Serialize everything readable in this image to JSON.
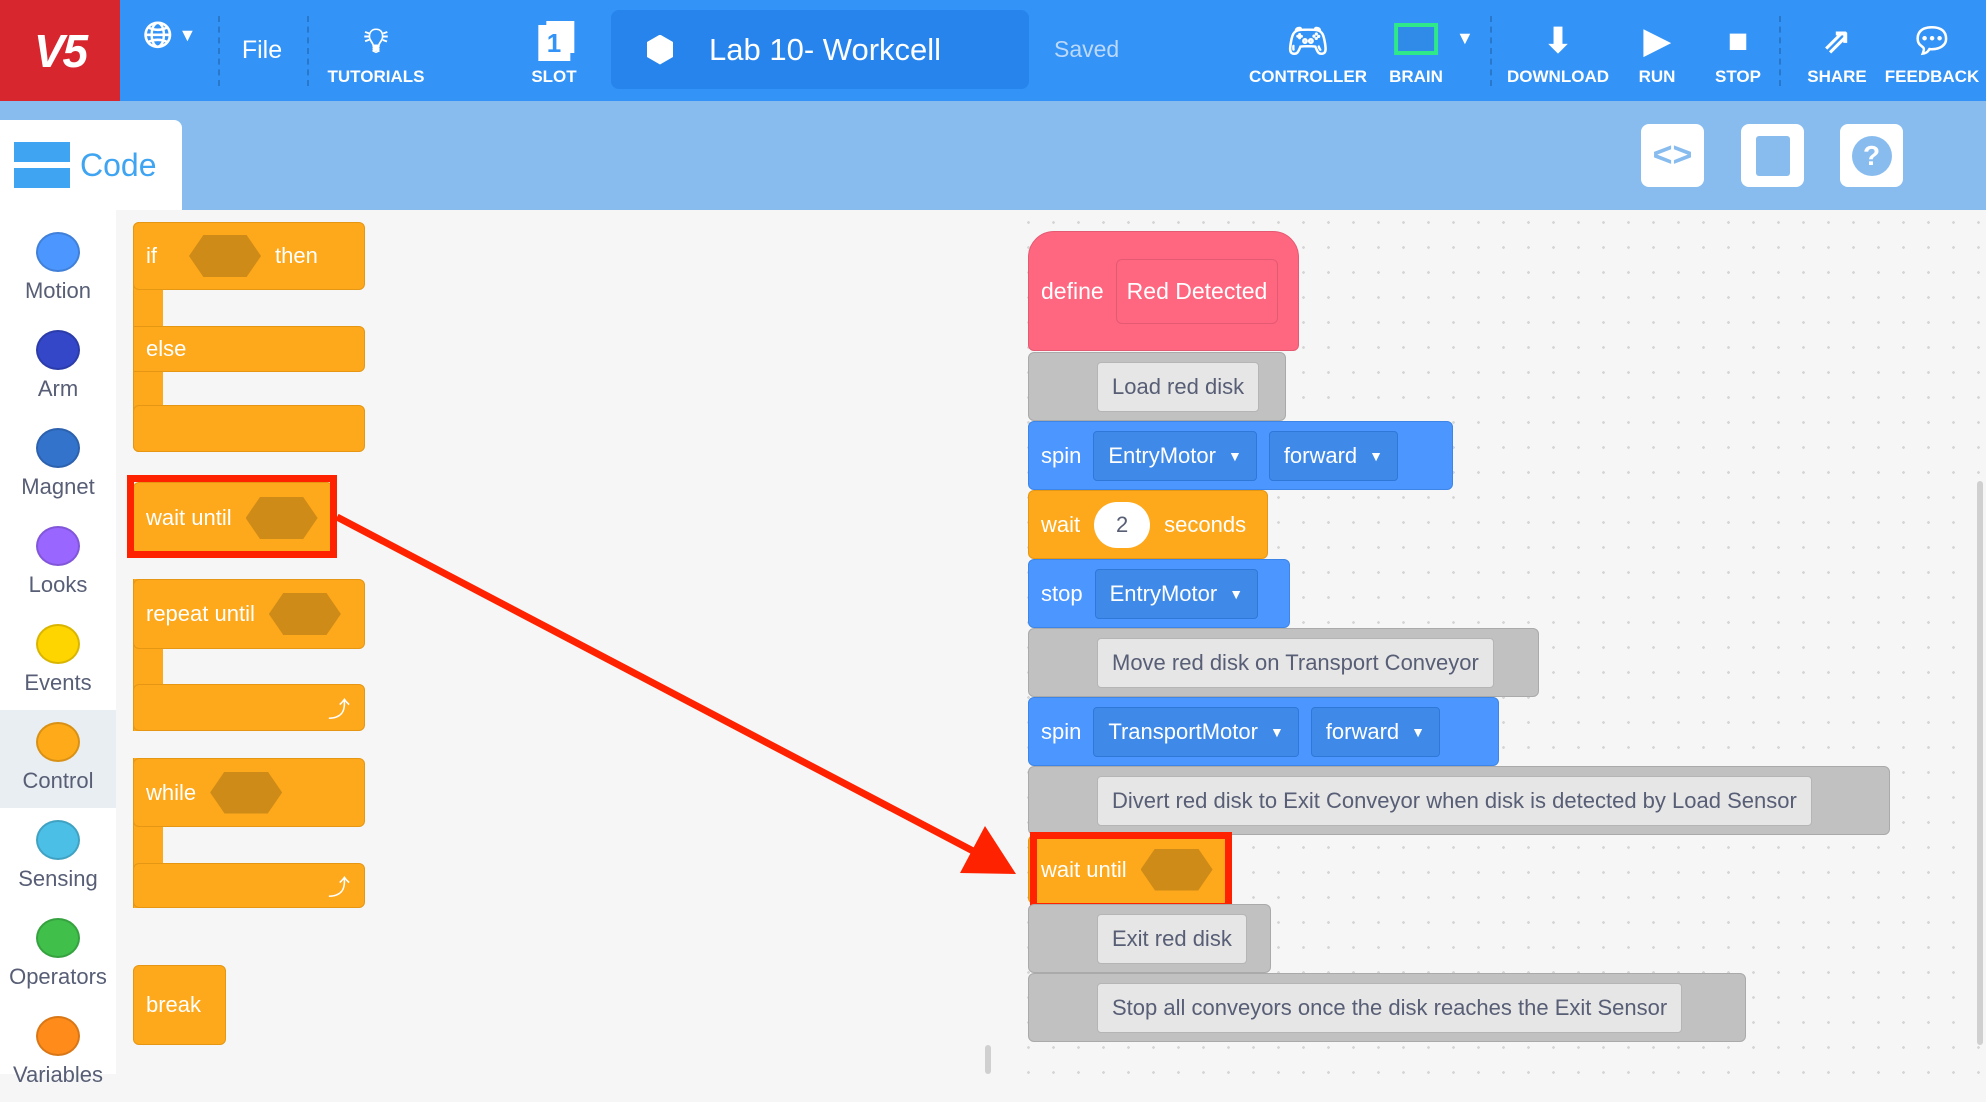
{
  "header": {
    "logo": "V5",
    "file": "File",
    "tutorials": "TUTORIALS",
    "slot": "SLOT",
    "slot_number": "1",
    "project_title": "Lab 10- Workcell",
    "status": "Saved",
    "controller": "CONTROLLER",
    "brain": "BRAIN",
    "download": "DOWNLOAD",
    "run": "RUN",
    "stop": "STOP",
    "share": "SHARE",
    "feedback": "FEEDBACK"
  },
  "toolbar": {
    "code_tab": "Code"
  },
  "sidebar": {
    "categories": [
      {
        "label": "Motion",
        "color": "#4c97ff"
      },
      {
        "label": "Arm",
        "color": "#3347c8"
      },
      {
        "label": "Magnet",
        "color": "#3373cc"
      },
      {
        "label": "Looks",
        "color": "#9966ff"
      },
      {
        "label": "Events",
        "color": "#ffd500"
      },
      {
        "label": "Control",
        "color": "#ffab19"
      },
      {
        "label": "Sensing",
        "color": "#4cbfe6"
      },
      {
        "label": "Operators",
        "color": "#40bf4a"
      },
      {
        "label": "Variables",
        "color": "#ff8c1a"
      }
    ]
  },
  "palette": {
    "if": "if",
    "then": "then",
    "else": "else",
    "wait_until": "wait until",
    "repeat_until": "repeat until",
    "while": "while",
    "break": "break"
  },
  "script": {
    "define": "define",
    "define_name": "Red Detected",
    "blocks": [
      {
        "comment": "Load red disk"
      },
      {
        "cmd": "spin",
        "motor": "EntryMotor",
        "dir": "forward"
      },
      {
        "cmd": "wait",
        "value": "2",
        "unit": "seconds"
      },
      {
        "cmd": "stop",
        "motor": "EntryMotor"
      },
      {
        "comment": "Move red disk on Transport Conveyor"
      },
      {
        "cmd": "spin",
        "motor": "TransportMotor",
        "dir": "forward"
      },
      {
        "comment": "Divert red disk to Exit Conveyor when disk is detected by Load Sensor"
      },
      {
        "cmd": "wait until"
      },
      {
        "comment": "Exit red disk"
      },
      {
        "comment": "Stop all conveyors once the disk reaches the Exit Sensor"
      }
    ]
  },
  "colors": {
    "header": "#3393f6",
    "highlight": "#ff2200",
    "control": "#fea81b",
    "motion": "#4c97ff",
    "define": "#ff6680"
  }
}
